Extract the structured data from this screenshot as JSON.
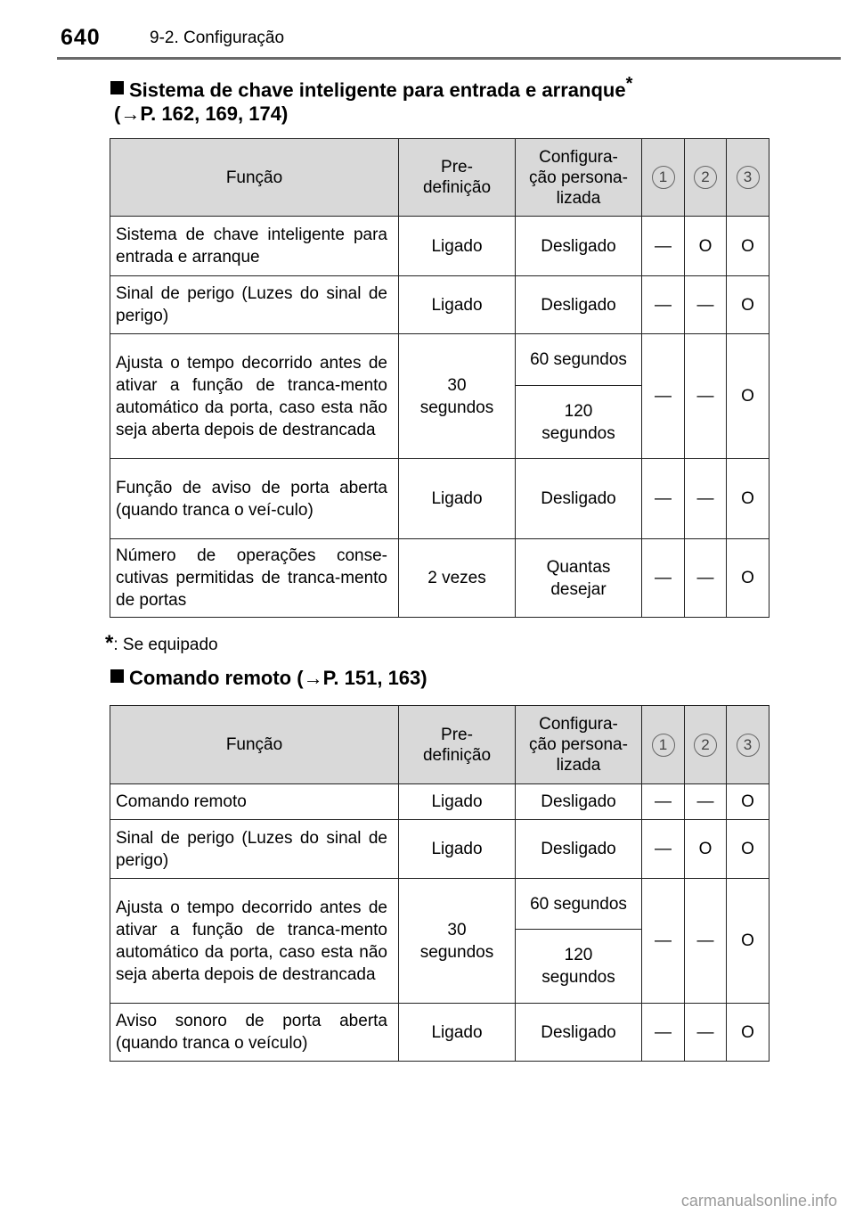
{
  "header": {
    "page_number": "640",
    "section": "9-2. Configuração"
  },
  "columns": {
    "function": "Função",
    "default": "Pre-\ndefinição",
    "custom": "Configura-\nção persona-\nlizada",
    "c1": "1",
    "c2": "2",
    "c3": "3"
  },
  "section1": {
    "title": "Sistema de chave inteligente para entrada e arranque",
    "title_mark": "*",
    "ref": "(→P. 162, 169, 174)",
    "rows": [
      {
        "function": "Sistema de chave inteligente para entrada e arranque",
        "default": "Ligado",
        "custom": "Desligado",
        "c1": "—",
        "c2": "O",
        "c3": "O"
      },
      {
        "function": "Sinal de perigo (Luzes do sinal de perigo)",
        "default": "Ligado",
        "custom": "Desligado",
        "c1": "—",
        "c2": "—",
        "c3": "O"
      },
      {
        "function": "Ajusta o tempo decorrido antes de ativar a função de tranca-mento automático da porta, caso esta não seja aberta depois de destrancada",
        "default": "30\nsegundos",
        "custom_a": "60 segundos",
        "custom_b": "120\nsegundos",
        "c1": "—",
        "c2": "—",
        "c3": "O"
      },
      {
        "function": "Função de aviso de porta aberta (quando tranca o veí-culo)",
        "default": "Ligado",
        "custom": "Desligado",
        "c1": "—",
        "c2": "—",
        "c3": "O"
      },
      {
        "function": "Número de operações conse-cutivas permitidas de tranca-mento de portas",
        "default": "2 vezes",
        "custom": "Quantas\ndesejar",
        "c1": "—",
        "c2": "—",
        "c3": "O"
      }
    ]
  },
  "footnote": {
    "mark": "*",
    "text": ": Se equipado"
  },
  "section2": {
    "title": "Comando remoto",
    "ref": "(→P. 151, 163)",
    "rows": [
      {
        "function": "Comando remoto",
        "default": "Ligado",
        "custom": "Desligado",
        "c1": "—",
        "c2": "—",
        "c3": "O"
      },
      {
        "function": "Sinal de perigo (Luzes do sinal de perigo)",
        "default": "Ligado",
        "custom": "Desligado",
        "c1": "—",
        "c2": "O",
        "c3": "O"
      },
      {
        "function": "Ajusta o tempo decorrido antes de ativar a função de tranca-mento automático da porta, caso esta não seja aberta depois de destrancada",
        "default": "30\nsegundos",
        "custom_a": "60 segundos",
        "custom_b": "120\nsegundos",
        "c1": "—",
        "c2": "—",
        "c3": "O"
      },
      {
        "function": "Aviso sonoro de porta aberta (quando tranca o veículo)",
        "default": "Ligado",
        "custom": "Desligado",
        "c1": "—",
        "c2": "—",
        "c3": "O"
      }
    ]
  },
  "watermark": "carmanualsonline.info"
}
